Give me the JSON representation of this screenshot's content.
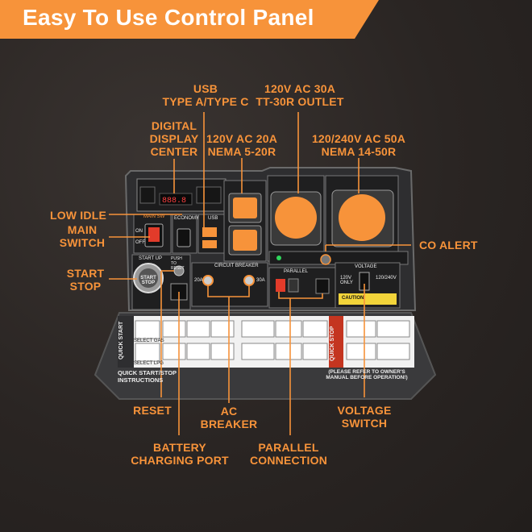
{
  "banner": {
    "title": "Easy To Use Control Panel"
  },
  "colors": {
    "accent": "#f7933a",
    "panel": "#2c2c2e",
    "background": "#2a2523"
  },
  "callouts": {
    "usb": {
      "line1": "USB",
      "line2": "TYPE A/TYPE C"
    },
    "display": {
      "line1": "DIGITAL",
      "line2": "DISPLAY",
      "line3": "CENTER"
    },
    "outlet20": {
      "line1": "120V AC 20A",
      "line2": "NEMA 5-20R"
    },
    "outlet30": {
      "line1": "120V AC 30A",
      "line2": "TT-30R OUTLET"
    },
    "outlet50": {
      "line1": "120/240V AC 50A",
      "line2": "NEMA 14-50R"
    },
    "low_idle": "LOW IDLE",
    "main_switch": {
      "line1": "MAIN",
      "line2": "SWITCH"
    },
    "co_alert": "CO ALERT",
    "start_stop": {
      "line1": "START",
      "line2": "STOP"
    },
    "reset": "RESET",
    "ac_breaker": {
      "line1": "AC",
      "line2": "BREAKER"
    },
    "voltage_switch": {
      "line1": "VOLTAGE",
      "line2": "SWITCH"
    },
    "battery": {
      "line1": "BATTERY",
      "line2": "CHARGING PORT"
    },
    "parallel": {
      "line1": "PARALLEL",
      "line2": "CONNECTION"
    }
  },
  "panel": {
    "main_sw": "MAIN SW",
    "economy": "ECONOMY",
    "usb": "USB",
    "start_up": "START UP",
    "push_to_reset": "PUSH TO RESET",
    "start_stop_btn": "START STOP",
    "circuit_breaker": "CIRCUIT BREAKER",
    "breaker_20a": "20A",
    "breaker_30a": "30A",
    "parallel": "PARALLEL",
    "voltage": "VOLTAGE",
    "v120_only": "120V ONLY",
    "v120_240": "120/240V",
    "caution": "CAUTION",
    "on": "ON",
    "off": "OFF",
    "quick_start": "QUICK START",
    "quick_stop": "QUICK STOP",
    "select_gas": "SELECT GAS",
    "select_lpg": "SELECT LPG",
    "instructions": "QUICK START/STOP INSTRUCTIONS",
    "manual_note": "(PLEASE REFER TO OWNER'S MANUAL BEFORE OPERATION!)"
  }
}
